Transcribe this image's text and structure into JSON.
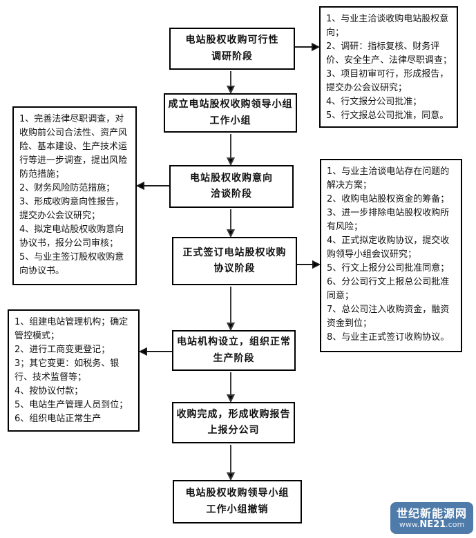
{
  "page": {
    "background_color": "#ffffff",
    "line_color": "#333333",
    "border_color": "#000000"
  },
  "stages": [
    {
      "text": "电站股权收购可行性\n调研阶段"
    },
    {
      "text": "成立电站股权收购领导小组\n工作小组"
    },
    {
      "text": "电站股权收购意向\n洽谈阶段"
    },
    {
      "text": "正式签订电站股权收购\n协议阶段"
    },
    {
      "text": "电站机构设立，组织正常\n生产阶段"
    },
    {
      "text": "收购完成，形成收购报告\n上报分公司"
    },
    {
      "text": "电站股权收购领导小组\n工作小组撤销"
    }
  ],
  "notes": {
    "top_right": {
      "items": [
        "1、与业主洽谈收购电站股权意向；",
        "2、调研：指标复核、财务评价、安全生产、法律尽职调查；",
        "3、项目初审可行，形成报告，提交办公会议研究；",
        "4、行文报分公司批准；",
        "5、行文报总公司批准，同意。"
      ]
    },
    "mid_left": {
      "items": [
        "1、完善法律尽职调查，对收购前公司合法性、资产风险、基本建设、生产技术运行等进一步调查，提出风险防范措施；",
        "2、财务风险防范措施；",
        "3、形成收购意向性报告，提交办公会议研究；",
        "4、拟定电站股权收购意向协议书，报分公司审核；",
        "5、与业主签订股权收购意向协议书。"
      ]
    },
    "mid_right": {
      "items": [
        "1、与业主洽谈电站存在问题的解决方案；",
        "2、收购电站股权资金的筹备；",
        "3、进一步排除电站股权收购所有风险；",
        "4、正式拟定收购协议，提交收购领导小组会议研究；",
        "5、行文上报分公司批准同意；",
        "6、分公司行文上报总公司批准同意；",
        "7、总公司注入收购资金，融资资金到位；",
        "8、与业主正式签订收购协议。"
      ]
    },
    "bottom_left": {
      "items": [
        "1、组建电站管理机构；确定管控模式；",
        "2、进行工商变更登记；",
        "3；其它变更：如税务、银行、技术监督等；",
        "4、按协议付款；",
        "5、电站生产管理人员到位；",
        "6、组织电站正常生产"
      ]
    }
  },
  "watermark": {
    "title": "世纪新能源网",
    "url_prefix": "www.",
    "url_bold": "NE21",
    "url_suffix": ".com",
    "bg_color": "#4e7ba9",
    "text_color": "#ffffff"
  }
}
